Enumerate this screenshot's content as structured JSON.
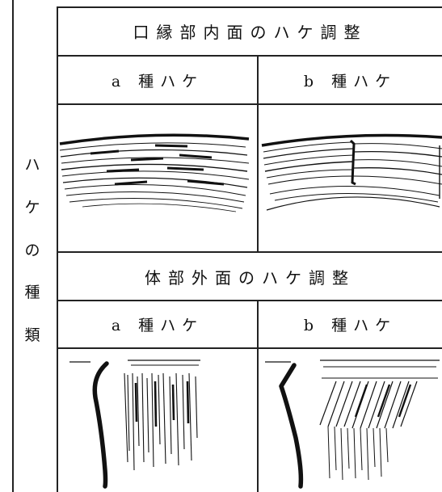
{
  "row_header": [
    "ハ",
    "ケ",
    "の",
    "種",
    "類"
  ],
  "rim_section": {
    "title": "口縁部内面のハケ調整",
    "col_a": "a 種ハケ",
    "col_b": "b 種ハケ"
  },
  "body_section": {
    "title": "体部外面のハケ調整",
    "col_a": "a 種ハケ",
    "col_b": "b 種ハケ"
  }
}
